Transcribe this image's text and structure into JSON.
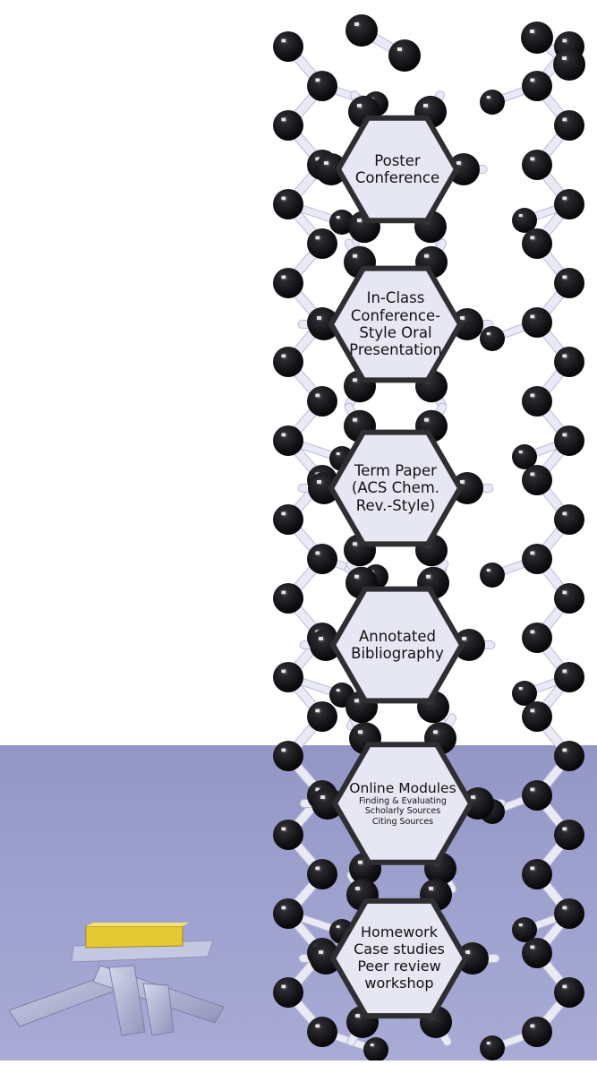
{
  "diagram": {
    "stages": [
      {
        "id": "poster",
        "lines": [
          "Poster",
          "Conference"
        ]
      },
      {
        "id": "oral",
        "lines": [
          "In-Class",
          "Conference-",
          "Style Oral",
          "Presentation"
        ]
      },
      {
        "id": "term",
        "lines": [
          "Term Paper",
          "(ACS Chem.",
          "Rev.-Style)"
        ]
      },
      {
        "id": "annotated",
        "lines": [
          "Annotated",
          "Bibliography"
        ]
      },
      {
        "id": "online",
        "lines": [
          "Online Modules"
        ],
        "sublines": [
          "Finding & Evaluating",
          "Scholarly Sources",
          "Citing Sources"
        ]
      },
      {
        "id": "homework",
        "lines": [
          "Homework",
          "Case studies",
          "Peer review",
          "workshop"
        ]
      }
    ]
  },
  "colors": {
    "floor": "#9a9cc9",
    "atom": "#141418",
    "bond": "#e9eaf6",
    "hex_fill": "#e7e7f4",
    "hex_border": "#2e2e33",
    "yellow_block": "#e6cf3a"
  }
}
